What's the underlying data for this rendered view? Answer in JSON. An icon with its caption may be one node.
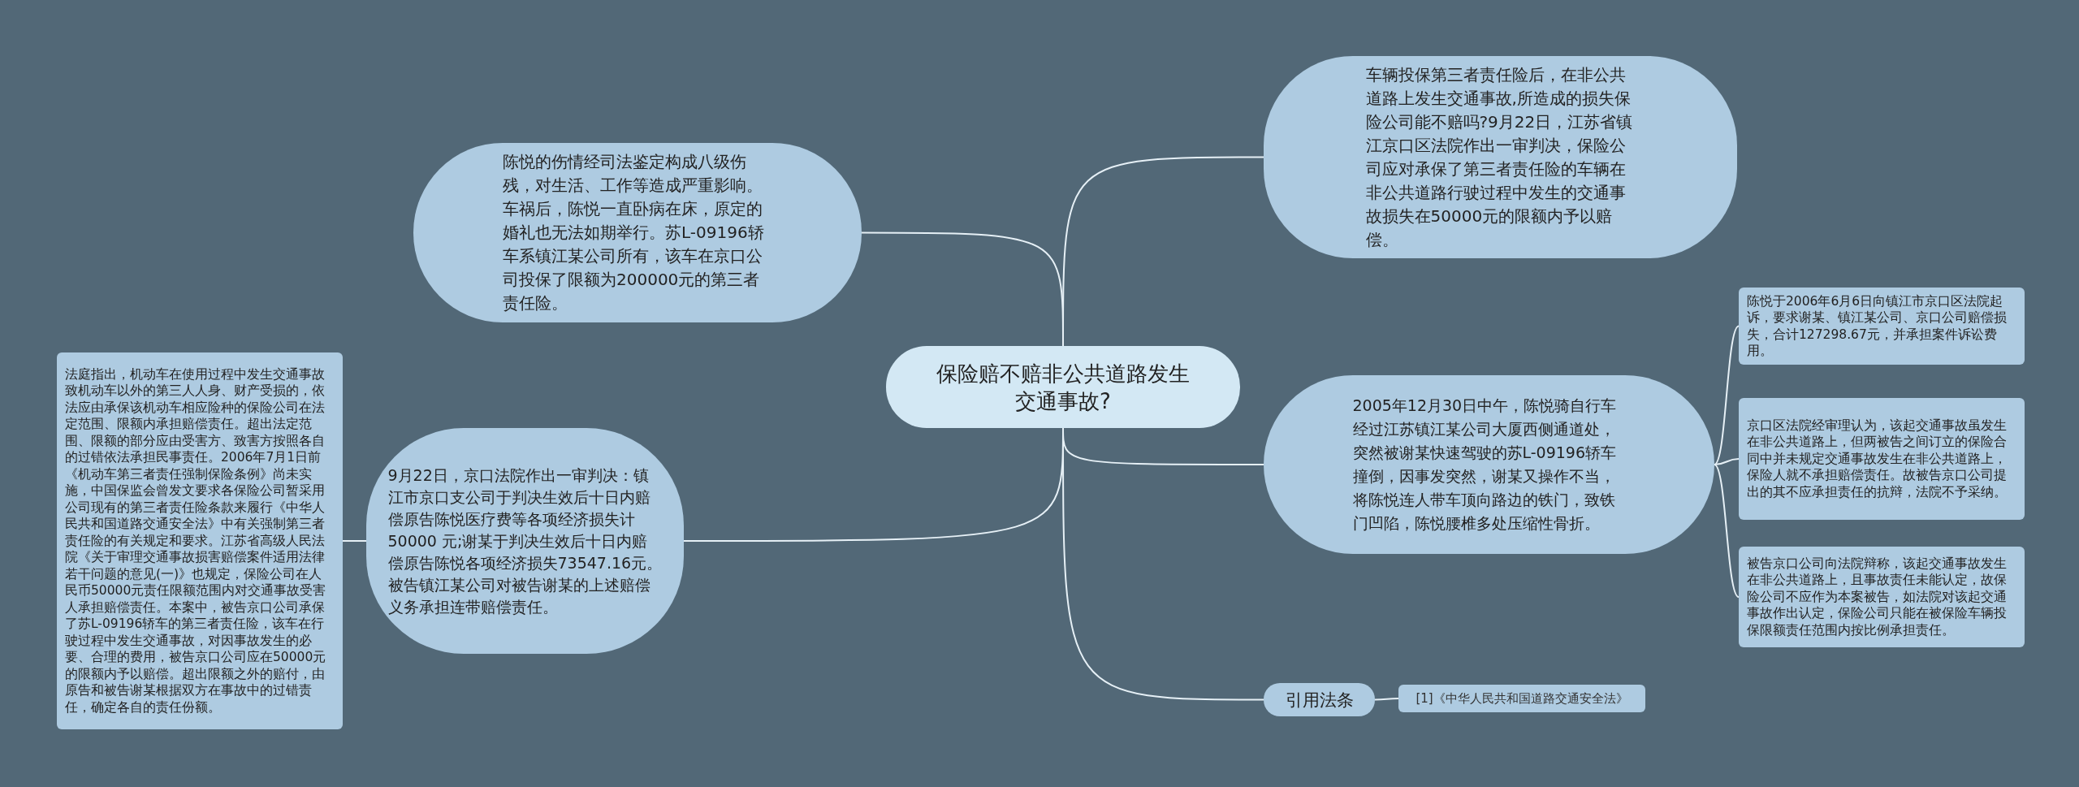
{
  "diagram": {
    "nodes": [
      {
        "text": [
          "保险赔不赔非公共道路发生交通事故?"
        ]
      },
      {
        "text": [
          "车辆投保第三者责任险后，在非公共道路上发生交通事故,所造成的损失保险公司能不赔吗?9月22日，江苏省镇江京口区法院作出一审判决，保险公司应对承保了第三者责任险的车辆在非公共道路行驶过程中发生的交通事故损失在50000元的限额内予以赔偿。"
        ]
      },
      {
        "text": [
          "陈悦的伤情经司法鉴定构成八级伤残，对生活、工作等造成严重影响。车祸后，陈悦一直卧病在床，原定的婚礼也无法如期举行。苏L-09196轿车系镇江某公司所有，该车在京口公司投保了限额为200000元的第三者责任险。"
        ]
      },
      {
        "text": [
          "2005年12月30日中午，陈悦骑自行车经过江苏镇江某公司大厦西侧通道处，突然被谢某快速驾驶的苏L-09196轿车撞倒，因事发突然，谢某又操作不当，将陈悦连人带车顶向路边的铁门，致铁门凹陷，陈悦腰椎多处压缩性骨折。"
        ]
      },
      {
        "text": [
          "陈悦于2006年6月6日向镇江市京口区法院起诉，要求谢某、镇江某公司、京口公司赔偿损失，合计127298.67元，并承担案件诉讼费用。"
        ]
      },
      {
        "text": [
          "京口区法院经审理认为，该起交通事故虽发生在非公共道路上，但两被告之间订立的保险合同中并未规定交通事故发生在非公共道路上，保险人就不承担赔偿责任。故被告京口公司提出的其不应承担责任的抗辩，法院不予采纳。"
        ]
      },
      {
        "text": [
          "被告京口公司向法院辩称，该起交通事故发生在非公共道路上，且事故责任未能认定，故保险公司不应作为本案被告，如法院对该起交通事故作出认定，保险公司只能在被保险车辆投保限额责任范围内按比例承担责任。"
        ]
      },
      {
        "text": [
          "9月22日，京口法院作出一审判决：镇江市京口支公司于判决生效后十日内赔偿原告陈悦医疗费等各项经济损失计50000 元;谢某于判决生效后十日内赔偿原告陈悦各项经济损失73547.16元。被告镇江某公司对被告谢某的上述赔偿义务承担连带赔偿责任。"
        ]
      },
      {
        "text": [
          "法庭指出，机动车在使用过程中发生交通事故致机动车以外的第三人人身、财产受损的，依法应由承保该机动车相应险种的保险公司在法定范围、限额内承担赔偿责任。超出法定范围、限额的部分应由受害方、致害方按照各自的过错依法承担民事责任。2006年7月1日前《机动车第三者责任强制保险条例》尚未实施，中国保监会曾发文要求各保险公司暂采用公司现有的第三者责任险条款来履行《中华人民共和国道路交通安全法》中有关强制第三者责任险的有关规定和要求。江苏省高级人民法院《关于审理交通事故损害赔偿案件适用法律若干问题的意见(一)》也规定，保险公司在人民币50000元责任限额范围内对交通事故受害人承担赔偿责任。本案中，被告京口公司承保了苏L-09196轿车的第三者责任险，该车在行驶过程中发生交通事故，对因事故发生的必要、合理的费用，被告京口公司应在50000元的限额内予以赔偿。超出限额之外的赔付，由原告和被告谢某根据双方在事故中的过错责任，确定各自的责任份额。"
        ]
      },
      {
        "text": [
          "引用法条"
        ]
      },
      {
        "text": [
          "[1]《中华人民共和国道路交通安全法》"
        ]
      }
    ],
    "edges": [
      {
        "from": 0,
        "to": 1,
        "arrow": "none"
      },
      {
        "from": 0,
        "to": 2,
        "arrow": "none"
      },
      {
        "from": 0,
        "to": 3,
        "arrow": "none"
      },
      {
        "from": 3,
        "to": 4,
        "arrow": "none"
      },
      {
        "from": 3,
        "to": 5,
        "arrow": "none"
      },
      {
        "from": 3,
        "to": 6,
        "arrow": "none"
      },
      {
        "from": 0,
        "to": 7,
        "arrow": "none"
      },
      {
        "from": 7,
        "to": 8,
        "arrow": "none"
      },
      {
        "from": 0,
        "to": 9,
        "arrow": "none"
      },
      {
        "from": 9,
        "to": 10,
        "arrow": "none"
      }
    ]
  }
}
